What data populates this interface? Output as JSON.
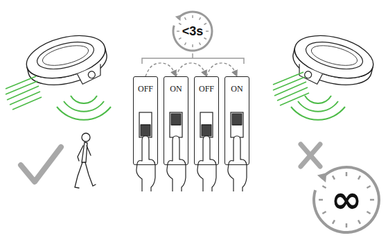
{
  "diagram": {
    "nodes": [
      {
        "text": [
          "<3s"
        ]
      },
      {
        "text": [
          "OFF"
        ]
      },
      {
        "text": [
          "ON"
        ]
      },
      {
        "text": [
          "OFF"
        ]
      },
      {
        "text": [
          "ON"
        ]
      },
      {
        "text": [
          "∞"
        ]
      }
    ],
    "edges": [
      {
        "from": 1,
        "to": 2,
        "arrow": "to"
      },
      {
        "from": 2,
        "to": 3,
        "arrow": "to"
      },
      {
        "from": 3,
        "to": 4,
        "arrow": "to"
      }
    ]
  }
}
